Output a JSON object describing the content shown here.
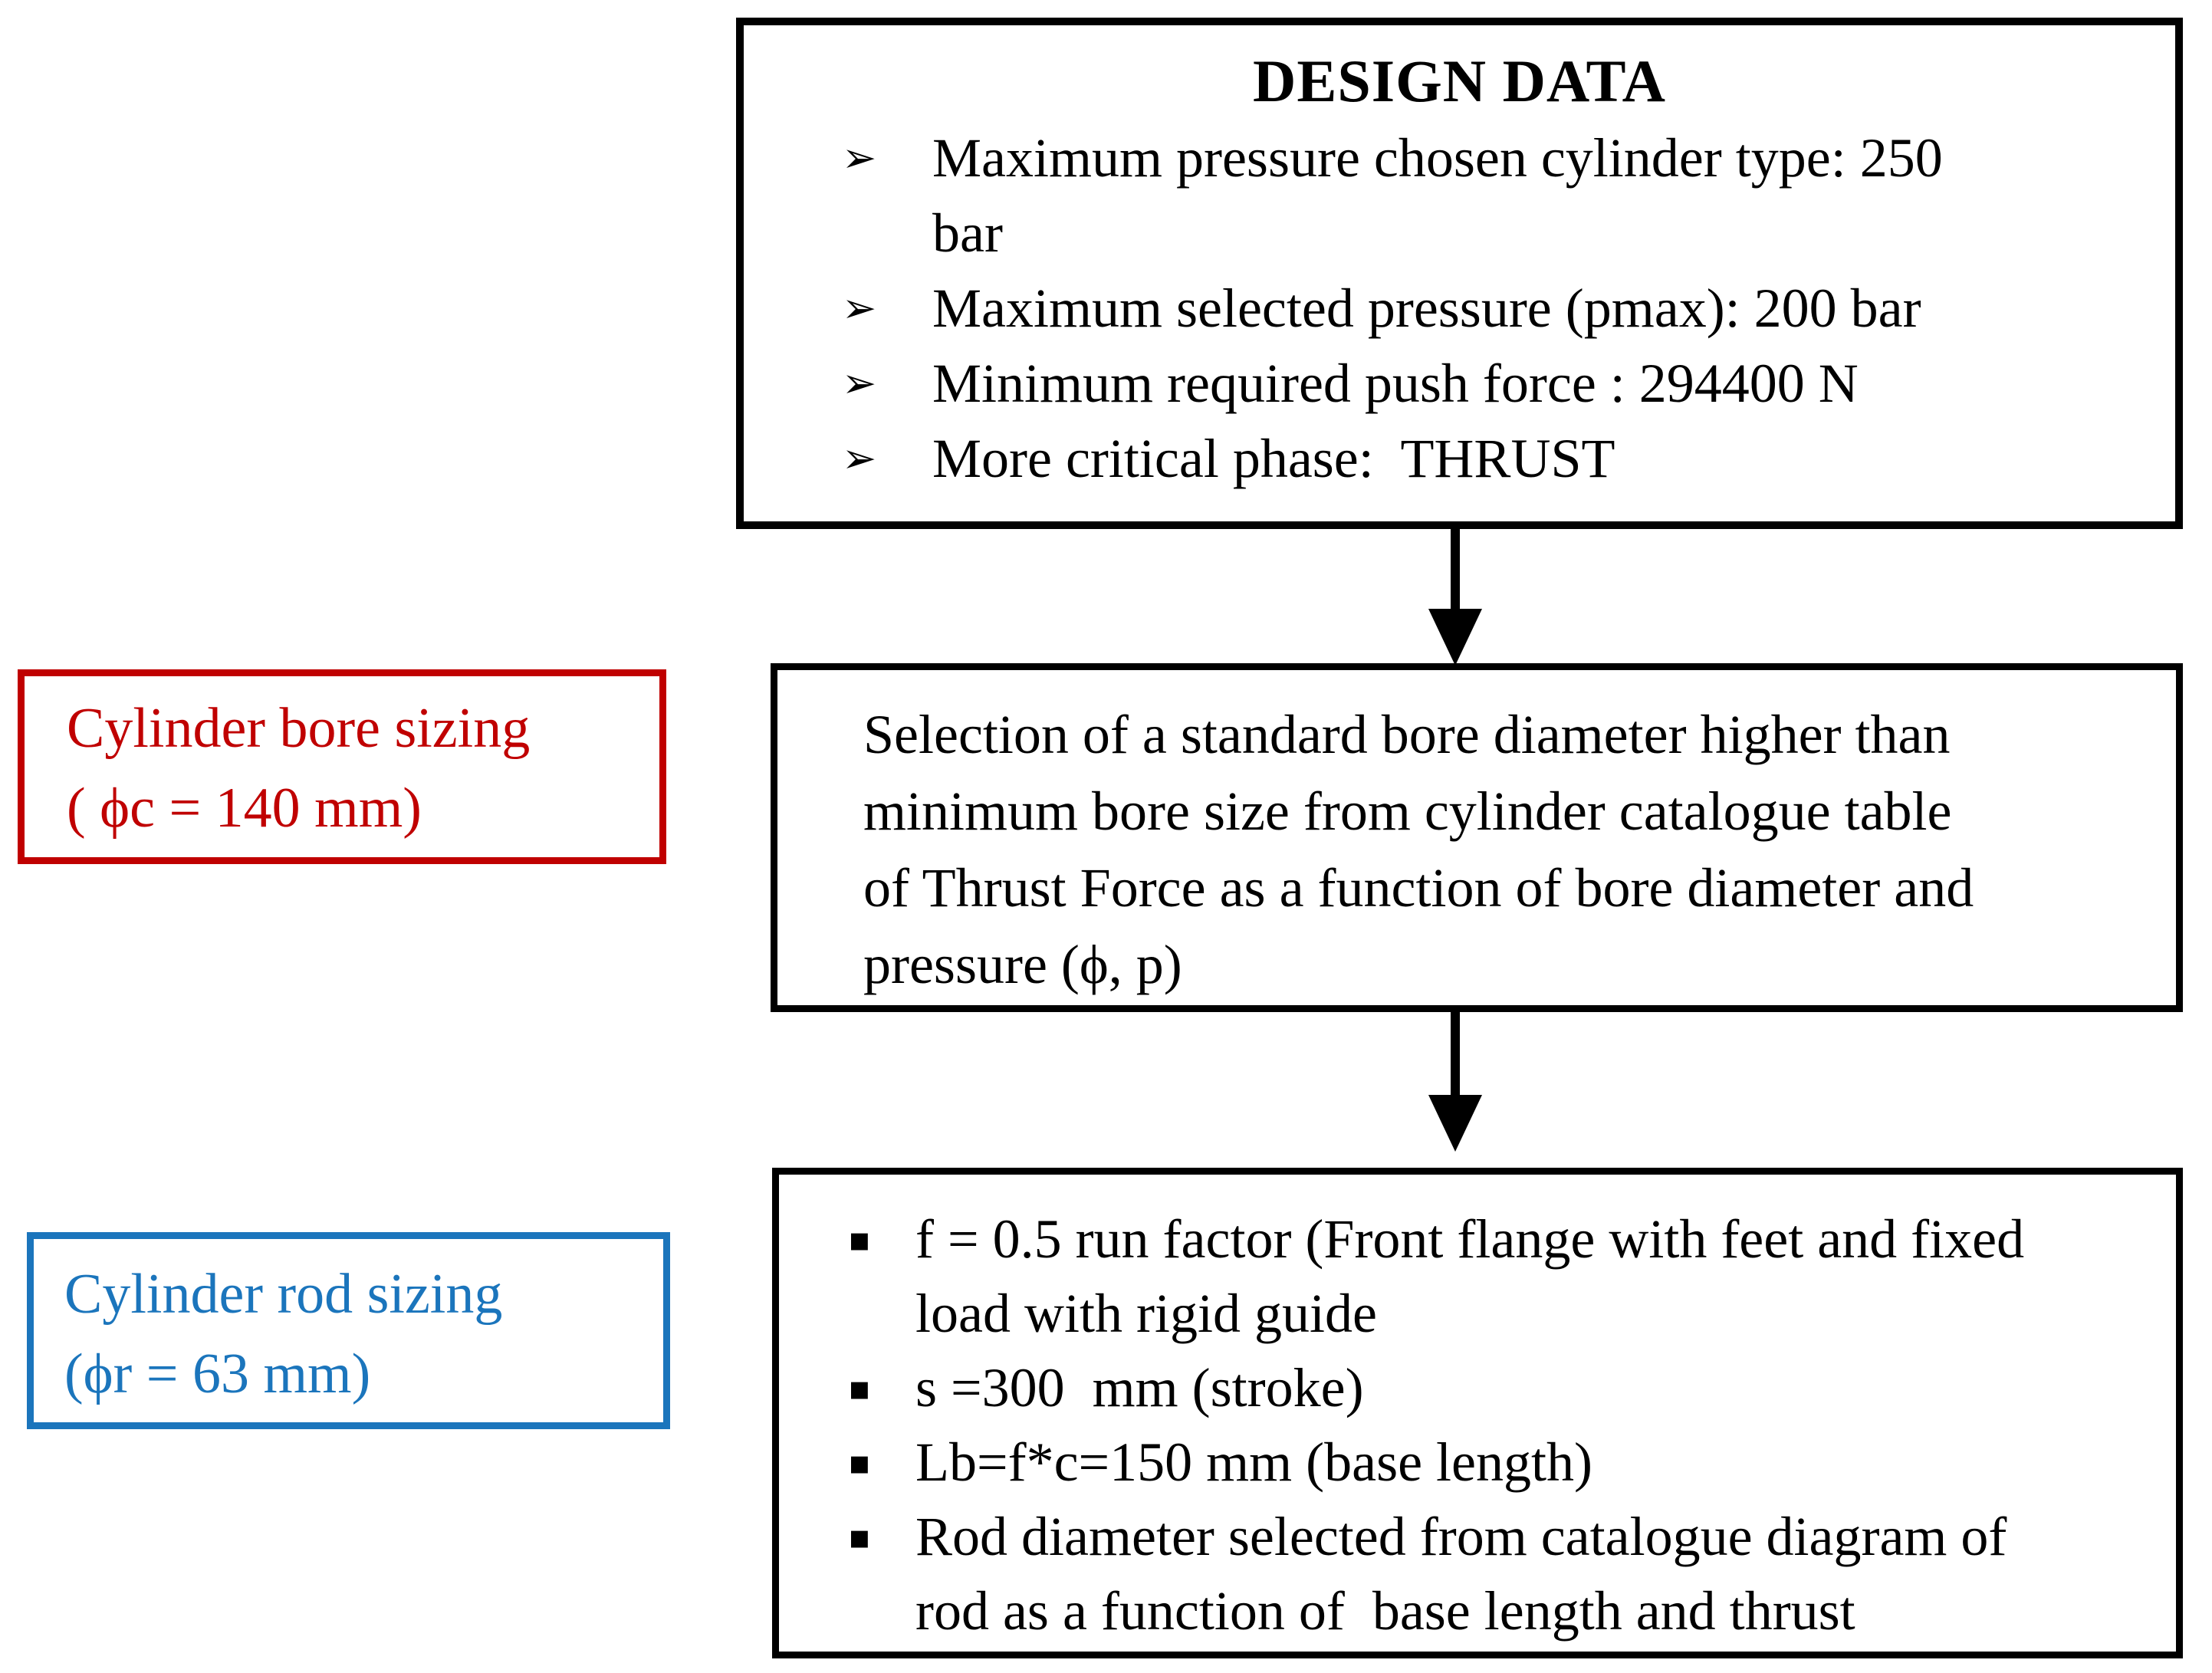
{
  "colors": {
    "bore_label_accent": "#C00000",
    "rod_label_accent": "#1B75BC",
    "box_border": "#000000",
    "background": "#FFFFFF"
  },
  "design_box": {
    "title": "DESIGN DATA",
    "bullet": "➢",
    "items": [
      {
        "lines": [
          "Maximum pressure chosen cylinder type: 250",
          "bar"
        ]
      },
      {
        "lines": [
          "Maximum selected pressure (pmax): 200 bar"
        ]
      },
      {
        "lines": [
          "Minimum required push force : 294400 N"
        ]
      },
      {
        "lines": [
          "More critical phase:  THRUST"
        ]
      }
    ]
  },
  "selection_box": {
    "lines": [
      "Selection of a standard bore diameter higher than",
      "minimum bore size from cylinder catalogue table",
      "of Thrust Force as a function of bore diameter and",
      "pressure (ϕ, p)"
    ]
  },
  "sizing_box": {
    "bullet": "▪",
    "items": [
      {
        "lines": [
          "f = 0.5 run factor (Front flange with feet and fixed",
          "load with rigid guide"
        ]
      },
      {
        "lines": [
          "s =300  mm (stroke)"
        ]
      },
      {
        "lines": [
          "Lb=f*c=150 mm (base length)"
        ]
      },
      {
        "lines": [
          "Rod diameter selected from catalogue diagram of",
          "rod as a function of  base length and thrust"
        ]
      }
    ]
  },
  "bore_label_box": {
    "lines": [
      "Cylinder bore sizing",
      "( ϕc = 140 mm)"
    ]
  },
  "rod_label_box": {
    "lines": [
      "Cylinder rod sizing",
      "(ϕr = 63 mm)"
    ]
  }
}
